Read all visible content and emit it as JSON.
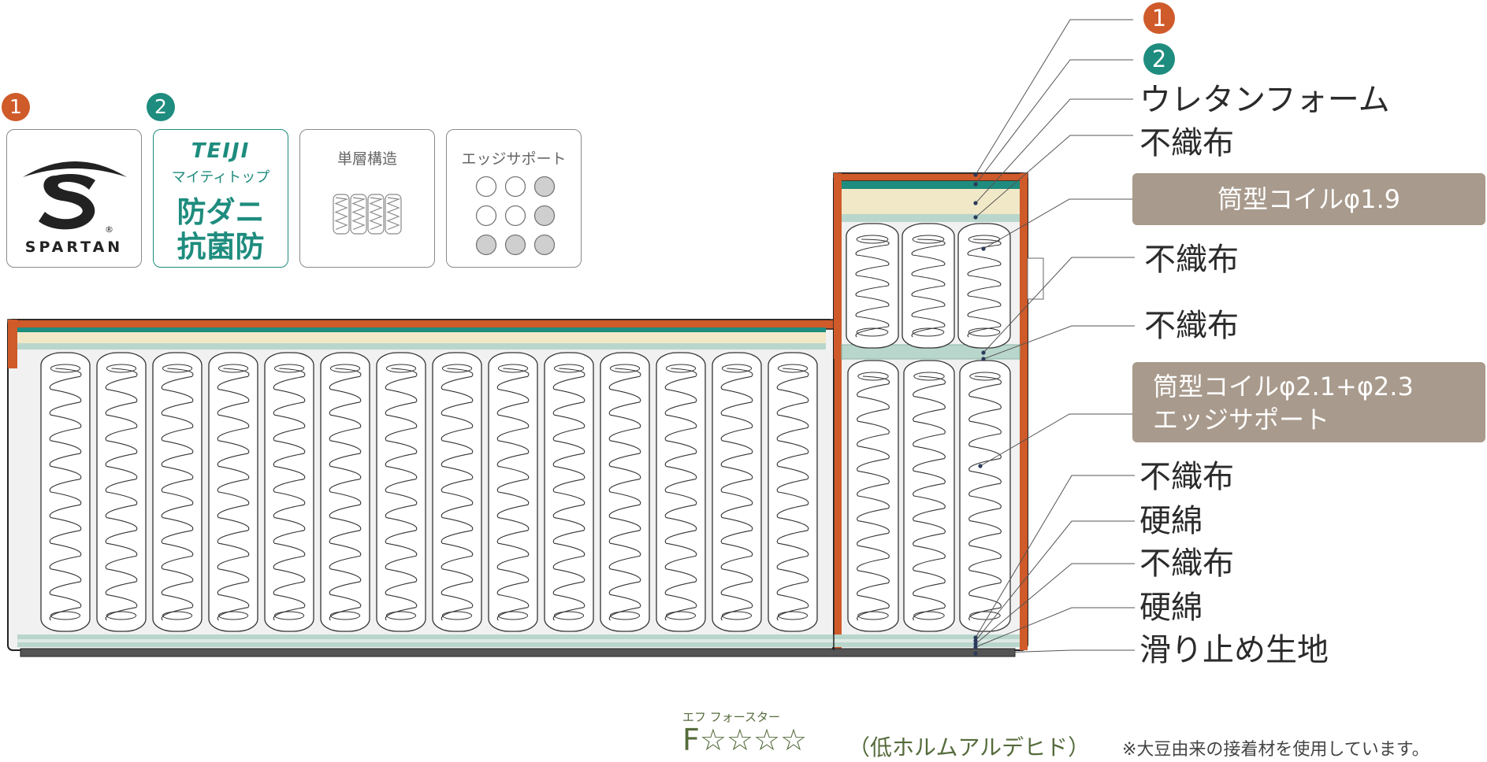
{
  "badges": {
    "one": "1",
    "two": "2"
  },
  "cards": {
    "spartan": {
      "brand": "SPARTAN",
      "reg": "®"
    },
    "teiji": {
      "brand": "TEIJI",
      "line1": "マイティトップ",
      "line2": "防ダニ",
      "line3": "抗菌防"
    },
    "single": {
      "title": "単層構造"
    },
    "edge": {
      "title": "エッジサポート"
    }
  },
  "labels": {
    "urethane": "ウレタンフォーム",
    "nonwoven1": "不織布",
    "coil_small": "筒型コイルφ1.9",
    "nonwoven2": "不織布",
    "nonwoven3": "不織布",
    "coil_large_1": "筒型コイルφ2.1+φ2.3",
    "coil_large_2": "エッジサポート",
    "nonwoven4": "不織布",
    "felt1": "硬綿",
    "nonwoven5": "不織布",
    "felt2": "硬綿",
    "nonslip": "滑り止め生地"
  },
  "footer": {
    "ruby": "エフ フォースター",
    "grade": "F☆☆☆☆",
    "grade_note": "（低ホルムアルデヒド）",
    "note": "※大豆由来の接着材を使用しています。"
  },
  "colors": {
    "orange": "#cf5a2a",
    "teal": "#1e8c7e",
    "cream": "#f1e8c8",
    "mint": "#b9d6cc",
    "tag": "#a89a8c"
  }
}
